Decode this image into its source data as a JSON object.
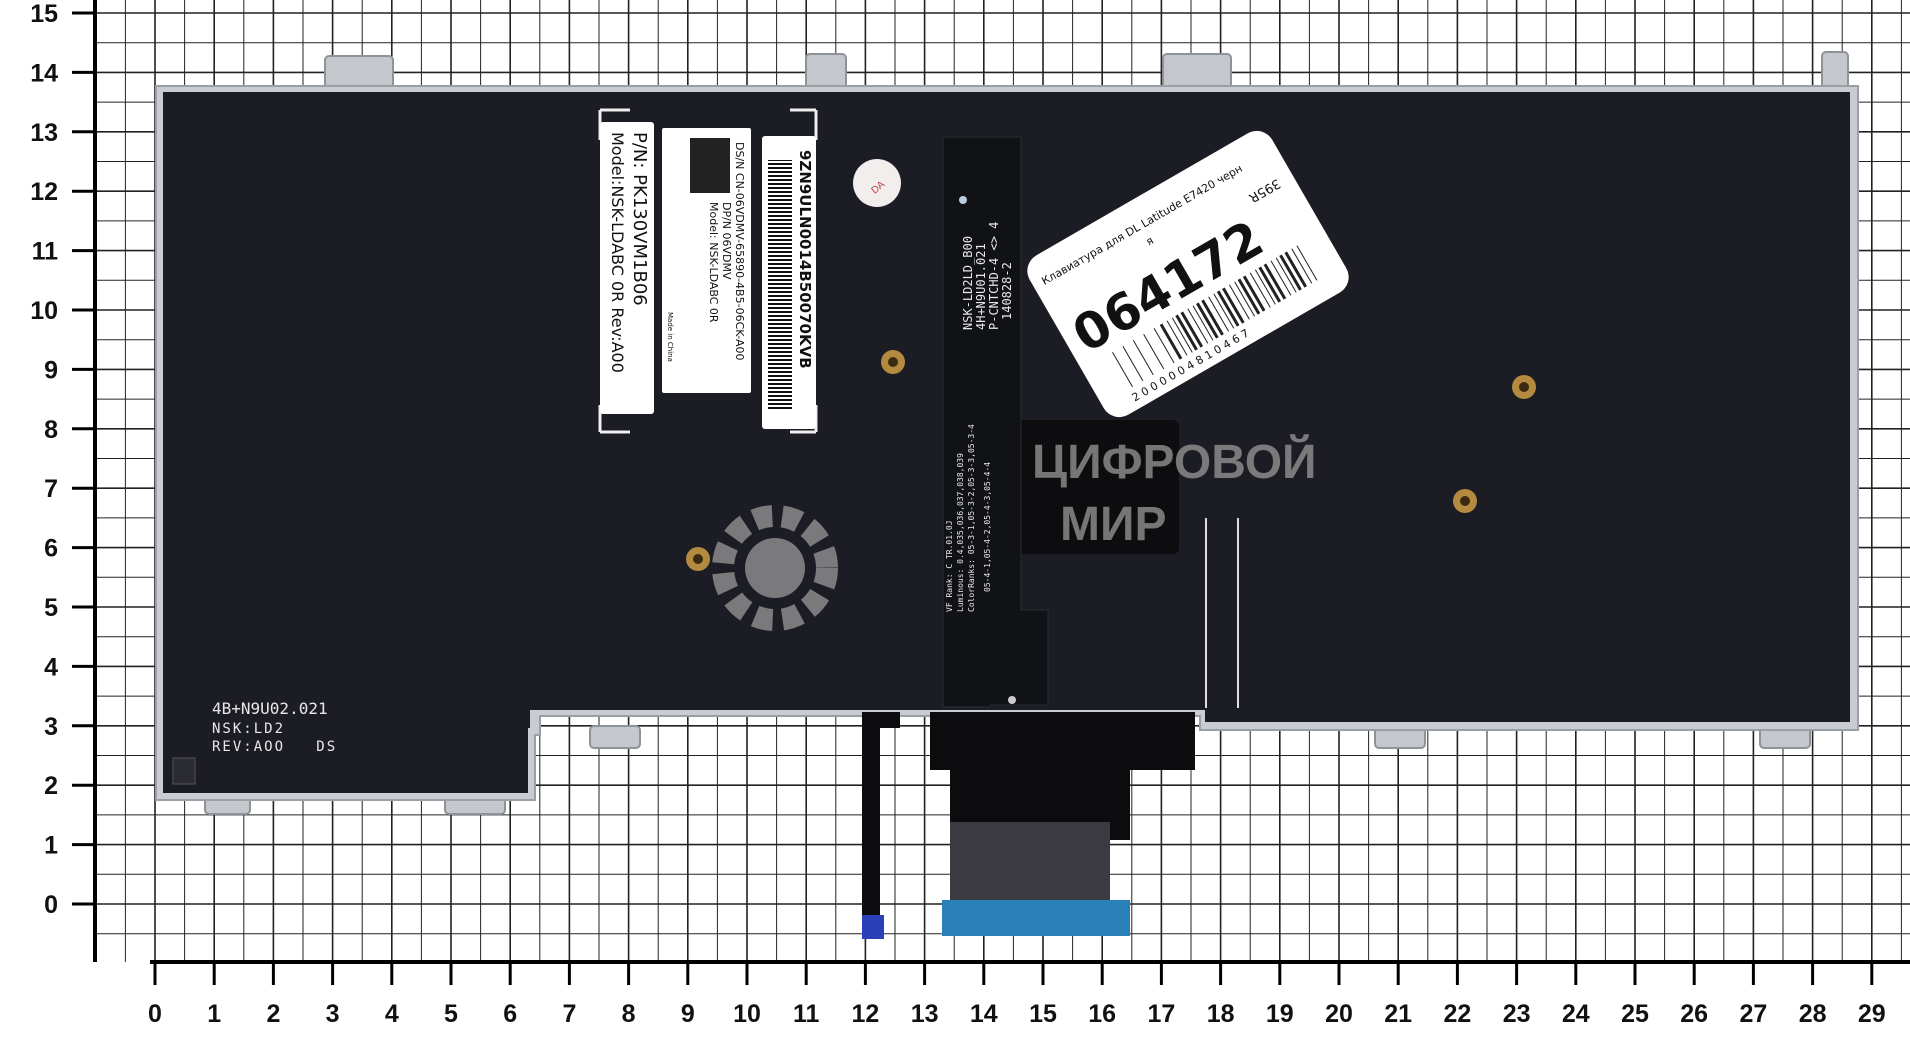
{
  "ruler": {
    "x_labels": [
      "0",
      "1",
      "2",
      "3",
      "4",
      "5",
      "6",
      "7",
      "8",
      "9",
      "10",
      "11",
      "12",
      "13",
      "14",
      "15",
      "16",
      "17",
      "18",
      "19",
      "20",
      "21",
      "22",
      "23",
      "24",
      "25",
      "26",
      "27",
      "28",
      "29"
    ],
    "y_labels": [
      "0",
      "1",
      "2",
      "3",
      "4",
      "5",
      "6",
      "7",
      "8",
      "9",
      "10",
      "11",
      "12",
      "13",
      "14",
      "15"
    ]
  },
  "labels": {
    "pn": "P/N: PK130VM1B06",
    "model": "Model:NSK-LDABC  0R    Rev:A00",
    "dsn": "DS/N CN-06VDMV-65890-4B5-06CK-A00",
    "dpn": "DP/N 06VDMV",
    "dmodel": "Model: NSK-LDABC  0R",
    "made_in": "Made in China",
    "barcode_text": "9ZN9ULN0014B50070KVB"
  },
  "price_tag": {
    "title": "Клавиатура для DL Latitude E7420 черн",
    "suffix": "я",
    "code": "064172",
    "price": "395R",
    "barcode_digits": "2 0 0 0 0 0 4 8 1 0 4 6 7"
  },
  "cable": {
    "line1": "NSK-LD2LD_B00",
    "line2": "4H+N9U01.021",
    "line3": "P-CNTCHD-4 <> 4",
    "line4": "140828-2",
    "rank1": "VF Rank: C  TR.01.0J",
    "rank2": "Luminous: 0.4,035,036,037,038,039",
    "rank3": "ColorRanks: 05-3-1,05-3-2,05-3-3,05-3-4",
    "rank4": "05-4-1,05-4-2,05-4-3,05-4-4"
  },
  "plate_text": {
    "line1": "4B+N9U02.021",
    "line2": "NSK:LD2",
    "line3": "REV:AOO   DS"
  },
  "sticker": "DA",
  "watermark": {
    "line1": "ЦИФРОВОЙ",
    "line2": "МИР"
  },
  "colors": {
    "plate": "#1c1d24",
    "frame": "#c9ccd2",
    "grid": "#222222",
    "connector": "#2a7fb8",
    "watermark": "#9a9a9a"
  }
}
